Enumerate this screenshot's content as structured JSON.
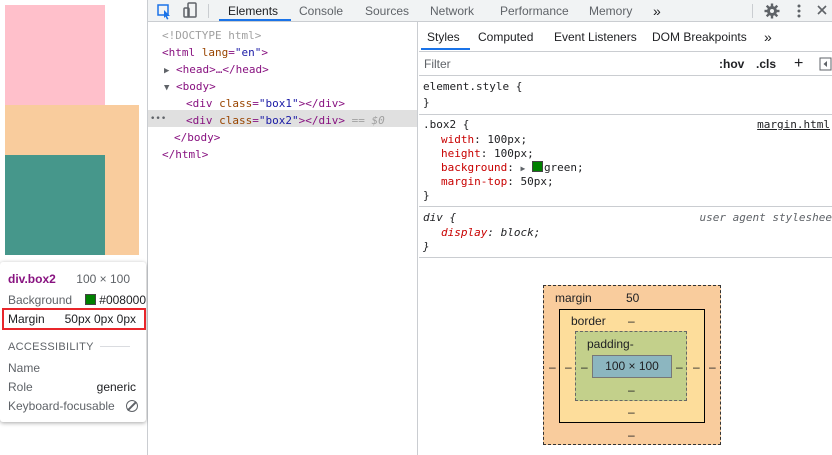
{
  "preview": {
    "tooltip": {
      "element_name": "div.box2",
      "dimensions": "100 × 100",
      "background_label": "Background",
      "background_value": "#008000",
      "margin_label": "Margin",
      "margin_value": "50px 0px 0px",
      "accessibility_heading": "ACCESSIBILITY",
      "name_label": "Name",
      "role_label": "Role",
      "role_value": "generic",
      "keyboard_label": "Keyboard-focusable"
    }
  },
  "toolbar": {
    "tabs": [
      "Elements",
      "Console",
      "Sources",
      "Network",
      "Performance",
      "Memory"
    ],
    "more": "»",
    "active_tab": "Elements"
  },
  "dom_tree": {
    "doctype": "<!DOCTYPE html>",
    "html_open_tag": "html",
    "html_attr_name": "lang",
    "html_attr_value": "\"en\"",
    "head_collapsed": "<head>…</head>",
    "body_open": "<body>",
    "div1_attr_value": "\"box1\"",
    "div2_attr_value": "\"box2\"",
    "div_tag": "div",
    "class_attr": "class",
    "div_close": "></div>",
    "selected_marker": "== $0",
    "ellipsis": "•••",
    "body_close": "</body>",
    "html_close": "</html>"
  },
  "styles_pane": {
    "subtabs": [
      "Styles",
      "Computed",
      "Event Listeners",
      "DOM Breakpoints"
    ],
    "more": "»",
    "filter_placeholder": "Filter",
    "hov": ":hov",
    "cls": ".cls",
    "plus": "+",
    "rules": {
      "element_style": {
        "selector": "element.style {",
        "close": "}"
      },
      "box2": {
        "selector": ".box2 {",
        "source": "margin.html",
        "properties": [
          {
            "name": "width",
            "value": "100px;"
          },
          {
            "name": "height",
            "value": "100px;"
          },
          {
            "name": "background",
            "value": "green;"
          },
          {
            "name": "margin-top",
            "value": "50px;"
          }
        ],
        "close": "}"
      },
      "ua_div": {
        "selector": "div {",
        "source": "user agent styleshee",
        "property": "display",
        "value": "block;",
        "close": "}"
      }
    },
    "box_model": {
      "margin_label": "margin",
      "margin_top": "50",
      "margin_right": "–",
      "margin_bottom": "–",
      "margin_left": "–",
      "border_label": "border",
      "border_top": "–",
      "border_right": "–",
      "border_bottom": "–",
      "border_left": "–",
      "padding_label": "padding-",
      "padding_right": "–",
      "padding_bottom": "–",
      "padding_left": "–",
      "content": "100 × 100"
    }
  },
  "colors": {
    "box1": "#ffc0cb",
    "box2": "#008000",
    "accent": "#1a73e8",
    "highlight_frame": "#e8262b"
  }
}
